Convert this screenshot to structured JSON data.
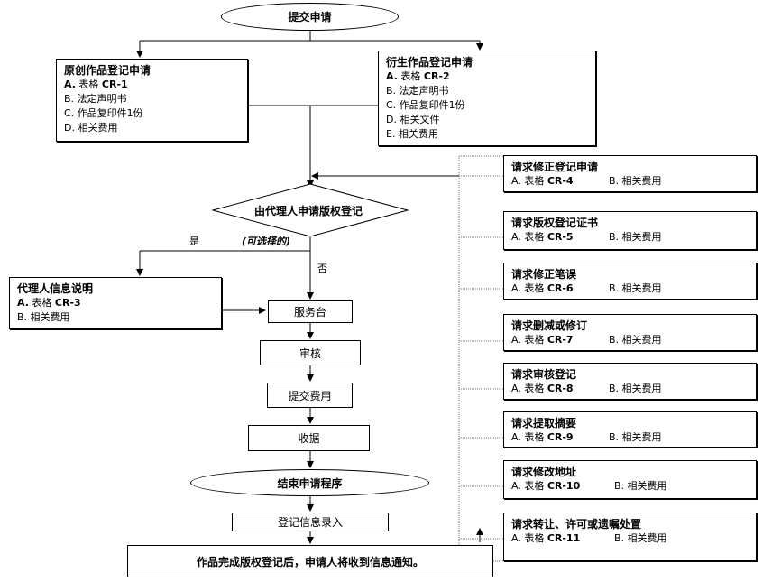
{
  "start": {
    "label": "提交申请"
  },
  "original_app": {
    "title": "原创作品登记申请",
    "items": [
      {
        "key": "A.",
        "text": "表格 ",
        "form": "CR-1"
      },
      {
        "key": "B.",
        "text": "法定声明书"
      },
      {
        "key": "C.",
        "text": "作品复印件1份"
      },
      {
        "key": "D.",
        "text": "相关费用"
      }
    ]
  },
  "derivative_app": {
    "title": "衍生作品登记申请",
    "items": [
      {
        "key": "A.",
        "text": "表格 ",
        "form": "CR-2"
      },
      {
        "key": "B.",
        "text": "法定声明书"
      },
      {
        "key": "C.",
        "text": "作品复印件1份"
      },
      {
        "key": "D.",
        "text": "相关文件"
      },
      {
        "key": "E.",
        "text": "相关费用"
      }
    ]
  },
  "decision": {
    "label": "由代理人申请版权登记",
    "yes": "是",
    "optional": "(可选择的)",
    "no": "否"
  },
  "agent_box": {
    "title": "代理人信息说明",
    "items": [
      {
        "key": "A.",
        "text": "表格 ",
        "form": "CR-3"
      },
      {
        "key": "B.",
        "text": "相关费用"
      }
    ]
  },
  "steps": {
    "service": "服务台",
    "review": "审核",
    "fee": "提交费用",
    "receipt": "收据",
    "end": "结束申请程序",
    "entry": "登记信息录入",
    "notice": "作品完成版权登记后，申请人将收到信息通知。"
  },
  "requests": [
    {
      "title": "请求修正登记申请",
      "a_key": "A.",
      "a_text": "表格 ",
      "form": "CR-4",
      "b": "B. 相关费用"
    },
    {
      "title": "请求版权登记证书",
      "a_key": "A.",
      "a_text": "表格 ",
      "form": "CR-5",
      "b": "B. 相关费用"
    },
    {
      "title": "请求修正笔误",
      "a_key": "A.",
      "a_text": "表格 ",
      "form": "CR-6",
      "b": "B. 相关费用"
    },
    {
      "title": "请求删减或修订",
      "a_key": "A.",
      "a_text": "表格 ",
      "form": "CR-7",
      "b": "B. 相关费用"
    },
    {
      "title": "请求审核登记",
      "a_key": "A.",
      "a_text": "表格 ",
      "form": "CR-8",
      "b": "B. 相关费用"
    },
    {
      "title": "请求提取摘要",
      "a_key": "A.",
      "a_text": "表格 ",
      "form": "CR-9",
      "b": "B. 相关费用"
    },
    {
      "title": "请求修改地址",
      "a_key": "A.",
      "a_text": "表格 ",
      "form": "CR-10",
      "b": "B. 相关费用"
    },
    {
      "title": "请求转让、许可或遗嘱处置",
      "a_key": "A.",
      "a_text": "表格 ",
      "form": "CR-11",
      "b": "B. 相关费用"
    }
  ]
}
